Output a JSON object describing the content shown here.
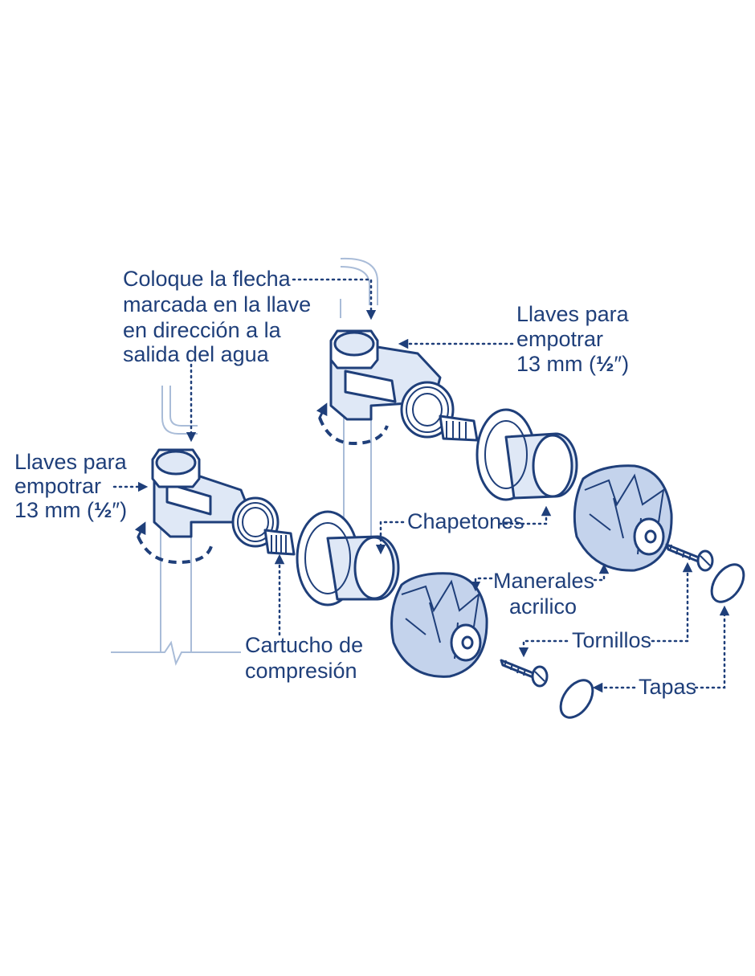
{
  "labels": {
    "coloque": [
      "Coloque la flecha",
      "marcada en la llave",
      "en dirección a la",
      "salida del agua"
    ],
    "llaves_right": [
      "Llaves para",
      "empotrar",
      "13 mm (",
      "½",
      "″)"
    ],
    "llaves_left": [
      "Llaves para",
      "empotrar",
      "13 mm (",
      "½",
      "″)"
    ],
    "chapetones": "Chapetones",
    "manerales": [
      "Manerales",
      "acrilico"
    ],
    "tornillos": "Tornillos",
    "cartucho": [
      "Cartucho de",
      "compresión"
    ],
    "tapas": "Tapas"
  },
  "colors": {
    "ink": "#1f3f7a",
    "shade_light": "#dfe8f6",
    "shade_mid": "#c4d3ec",
    "pipe": "#a9bcd8"
  },
  "icons": {
    "valve": "valve-icon",
    "escutcheon": "escutcheon-icon",
    "handle": "handle-icon",
    "screw": "screw-icon",
    "cap": "cap-ring-icon"
  }
}
